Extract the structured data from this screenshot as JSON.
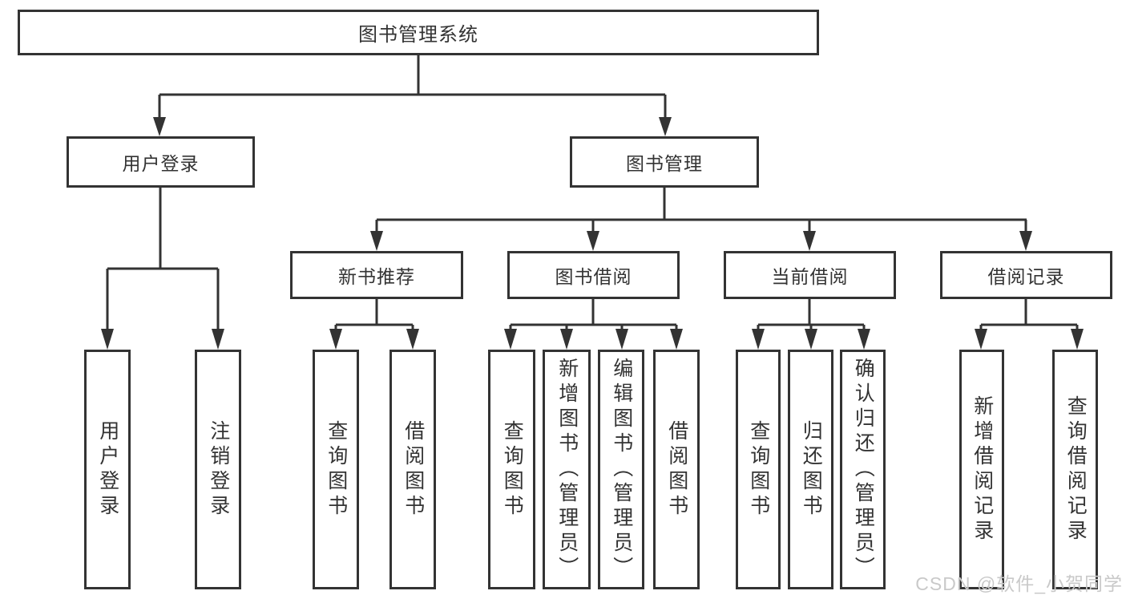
{
  "diagram": {
    "type": "tree-structure-chart",
    "title": "图书管理系统",
    "watermark": "CSDN @软件_小贺同学",
    "colors": {
      "line": "#333333",
      "box_border": "#333333",
      "text": "#333333",
      "background": "#ffffff",
      "watermark": "#c9c9c9"
    },
    "nodes": {
      "root": "图书管理系统",
      "level2": [
        "用户登录",
        "图书管理"
      ],
      "level3": [
        "新书推荐",
        "图书借阅",
        "当前借阅",
        "借阅记录"
      ],
      "leaves": [
        "用户登录",
        "注销登录",
        "查询图书",
        "借阅图书",
        "查询图书",
        "新增图书（管理员）",
        "编辑图书（管理员）",
        "借阅图书",
        "查询图书",
        "归还图书",
        "确认归还（管理员）",
        "新增借阅记录",
        "查询借阅记录"
      ]
    },
    "structure": {
      "图书管理系统": [
        "用户登录",
        "图书管理"
      ],
      "用户登录": [
        "用户登录",
        "注销登录"
      ],
      "图书管理": [
        "新书推荐",
        "图书借阅",
        "当前借阅",
        "借阅记录"
      ],
      "新书推荐": [
        "查询图书",
        "借阅图书"
      ],
      "图书借阅": [
        "查询图书",
        "新增图书（管理员）",
        "编辑图书（管理员）",
        "借阅图书"
      ],
      "当前借阅": [
        "查询图书",
        "归还图书",
        "确认归还（管理员）"
      ],
      "借阅记录": [
        "新增借阅记录",
        "查询借阅记录"
      ]
    }
  }
}
